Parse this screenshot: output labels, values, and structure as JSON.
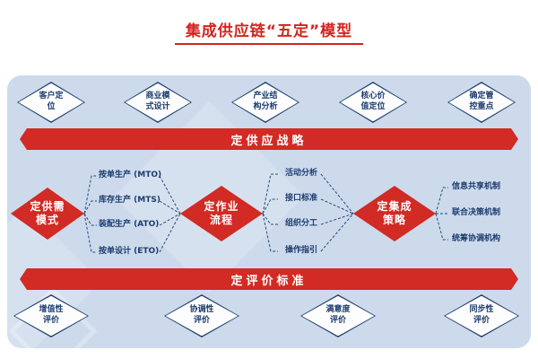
{
  "title": "集成供应链“五定”模型",
  "panel": {
    "top_diamonds": [
      {
        "line1": "客户定",
        "line2": "位"
      },
      {
        "line1": "商业模",
        "line2": "式设计"
      },
      {
        "line1": "产业结",
        "line2": "构分析"
      },
      {
        "line1": "核心价",
        "line2": "值定位"
      },
      {
        "line1": "确定管",
        "line2": "控重点"
      }
    ],
    "banner_top": "定供应战略",
    "core_diamonds": [
      {
        "line1": "定供需",
        "line2": "模式"
      },
      {
        "line1": "定作业",
        "line2": "流程"
      },
      {
        "line1": "定集成",
        "line2": "策略"
      }
    ],
    "branches_left": [
      "按单生产 (MTO)",
      "库存生产 (MTS)",
      "装配生产 (ATO)",
      "按单设计 (ETO)"
    ],
    "branches_middle": [
      "活动分析",
      "接口标准",
      "组织分工",
      "操作指引"
    ],
    "branches_right": [
      "信息共享机制",
      "联合决策机制",
      "统筹协调机构"
    ],
    "banner_bottom": "定评价标准",
    "bottom_diamonds": [
      {
        "line1": "增值性",
        "line2": "评价"
      },
      {
        "line1": "协调性",
        "line2": "评价"
      },
      {
        "line1": "满意度",
        "line2": "评价"
      },
      {
        "line1": "同步性",
        "line2": "评价"
      }
    ]
  },
  "colors": {
    "accent_red": "#d22a24",
    "navy_text": "#1c3c6e",
    "panel_blue": "#ccdaec"
  }
}
